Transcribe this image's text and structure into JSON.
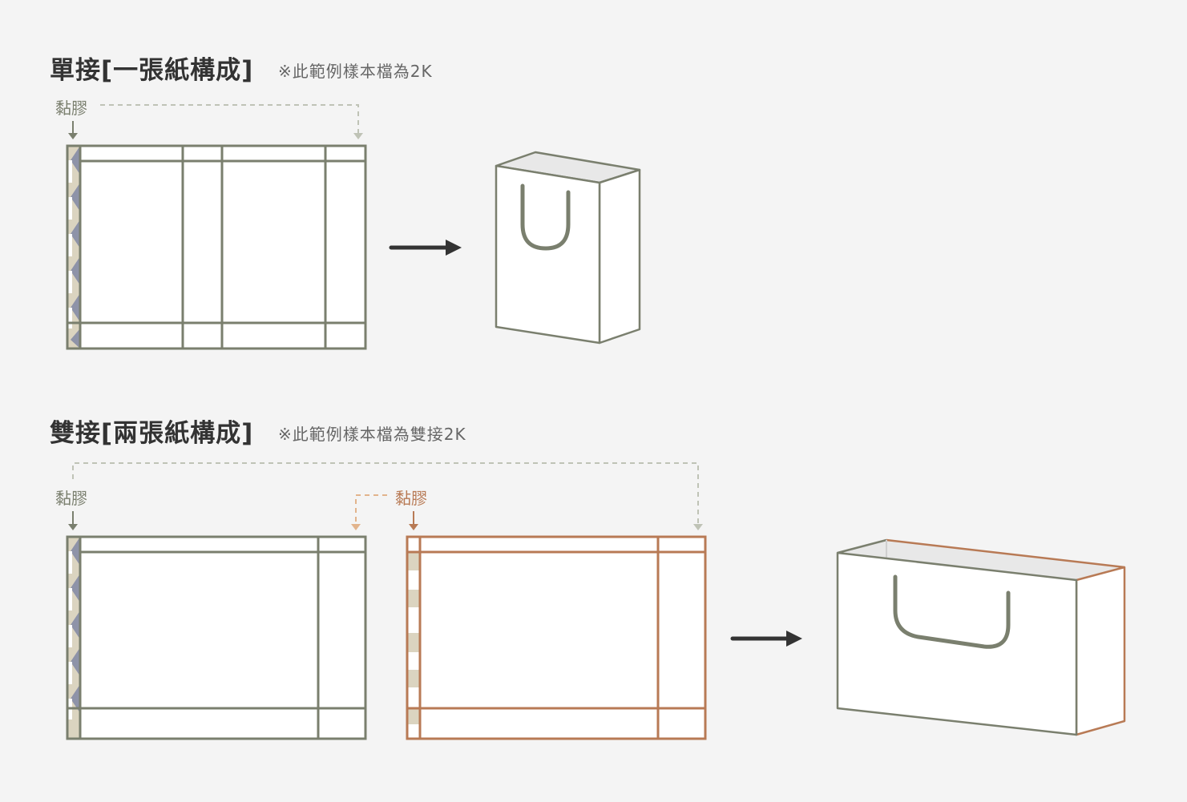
{
  "colors": {
    "background": "#f4f4f4",
    "paper_a": "#7a7f6e",
    "paper_b": "#b87a55",
    "glue_beige": "#dbd4c0",
    "glue_blue": "#8e93a8",
    "arrow": "#333333",
    "dash_gray": "#bfc3b6",
    "dash_tan": "#e2b48c"
  },
  "single": {
    "title": "單接[一張紙構成]",
    "note": "※此範例樣本檔為2K",
    "glue_label": "黏膠"
  },
  "double": {
    "title": "雙接[兩張紙構成]",
    "note": "※此範例樣本檔為雙接2K",
    "glue_label_left": "黏膠",
    "glue_label_right": "黏膠"
  }
}
